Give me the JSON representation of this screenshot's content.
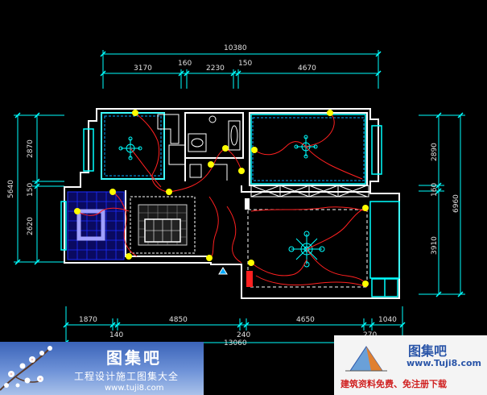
{
  "dimensions": {
    "top_total": "10380",
    "top_segments": [
      "3170",
      "160",
      "2230",
      "150",
      "4670"
    ],
    "left_segments": [
      "2870",
      "150",
      "2620"
    ],
    "left_total": "5640",
    "right_segments": [
      "2890",
      "160",
      "3910"
    ],
    "right_total": "6960",
    "bottom_segments": [
      "1870",
      "140",
      "4850",
      "240",
      "4650",
      "270",
      "1040"
    ],
    "bottom_total": "13060"
  },
  "watermark_left": {
    "brand": "图集吧",
    "slogan": "工程设计施工图集大全",
    "url": "www.tuji8.com"
  },
  "watermark_right": {
    "brand": "图集吧",
    "site": "www.Tuji8.com",
    "slogan": "建筑资料免费、免注册下载"
  },
  "colors": {
    "background": "#000000",
    "walls": "#ffffff",
    "cyan": "#00ffff",
    "wiring": "#ff2020",
    "tile_blue": "#1c2cff",
    "fixture_yellow": "#ffff00"
  }
}
